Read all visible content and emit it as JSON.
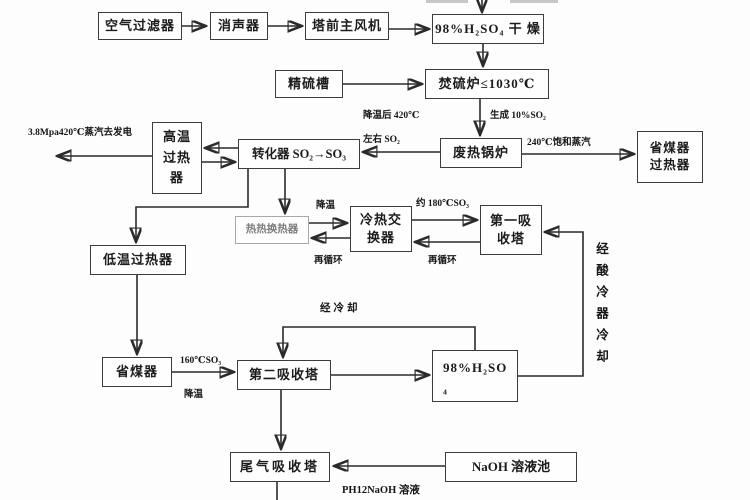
{
  "diagram": {
    "type": "process-flowchart",
    "language": "zh",
    "nodes": {
      "air_filter": {
        "label": "空气过滤器"
      },
      "silencer": {
        "label": "消声器"
      },
      "main_fan": {
        "label": "塔前主风机"
      },
      "drying_tower": {
        "label": "98%H₂SO₄ 干 燥"
      },
      "sulfur_tank": {
        "label": "精硫槽"
      },
      "furnace": {
        "label": "焚硫炉≤1030℃"
      },
      "waste_boiler": {
        "label": "废热锅炉"
      },
      "eco_superheater": {
        "label": "省煤器\n过热器"
      },
      "ht_superheater": {
        "label": "高温\n过热\n器"
      },
      "converter": {
        "label": "转化器 SO₂→SO₃"
      },
      "hh_exchanger": {
        "label": "热热换热器"
      },
      "ch_exchanger": {
        "label": "冷热交\n换器"
      },
      "absorber1": {
        "label": "第一吸\n收塔"
      },
      "lt_superheater": {
        "label": "低温过热器"
      },
      "economizer": {
        "label": "省煤器"
      },
      "absorber2": {
        "label": "第二吸收塔"
      },
      "h2so4_product": {
        "label": "98%H₂SO\n₄"
      },
      "tail_tower": {
        "label": "尾气吸收塔"
      },
      "naoh_pool": {
        "label": "NaOH 溶液池"
      }
    },
    "labels": {
      "steam_to_power": "3.8Mpa420℃蒸汽去发电",
      "cooled_after": "降温后 420℃",
      "so2_around": "左右 SO₂",
      "gen_so2": "生成 10%SO₂",
      "sat_steam": "240℃饱和蒸汽",
      "cool_down1": "降温",
      "recycle1": "再循环",
      "about_180": "约 180℃SO₃",
      "recycle2": "再循环",
      "acid_cooler_loop": "经酸冷器冷却",
      "after_cooling": "经冷却",
      "so3_160": "160℃SO₃",
      "cool_down2": "降温",
      "ph12_solution": "PH12NaOH 溶液"
    },
    "colors": {
      "line": "#2b2b2b",
      "box_border": "#3c3c3c",
      "muted_box": "#a9a9a9",
      "background": "#fdfdfd"
    }
  }
}
